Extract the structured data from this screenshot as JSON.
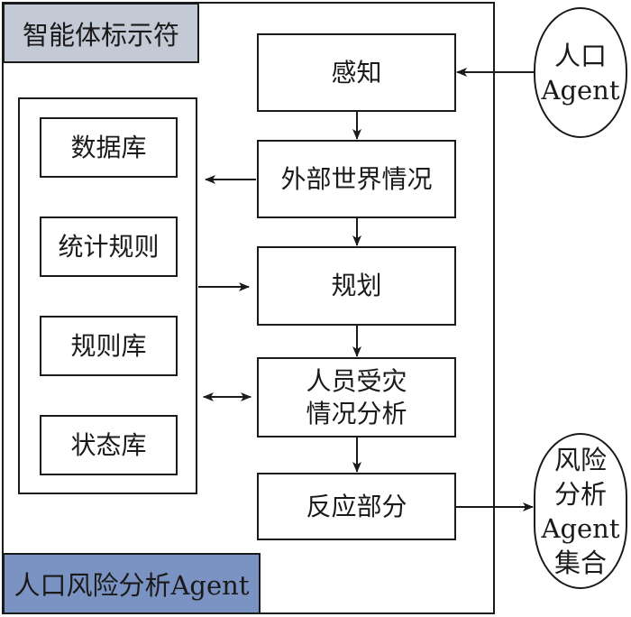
{
  "diagram": {
    "top_tag": "智能体标示符",
    "bottom_tag": "人口风险分析Agent",
    "knowledge_bases": [
      {
        "label": "数据库"
      },
      {
        "label": "统计规则"
      },
      {
        "label": "规则库"
      },
      {
        "label": "状态库"
      }
    ],
    "steps": [
      {
        "label": "感知"
      },
      {
        "label": "外部世界情况"
      },
      {
        "label": "规划"
      },
      {
        "label_line1": "人员受灾",
        "label_line2": "情况分析"
      },
      {
        "label": "反应部分"
      }
    ],
    "input_agent": {
      "line1": "人口",
      "line2": "Agent"
    },
    "output_agent": {
      "line1": "风险",
      "line2": "分析",
      "line3": "Agent",
      "line4": "集合"
    },
    "edges": [
      {
        "from": "input_agent",
        "to": "感知"
      },
      {
        "from": "感知",
        "to": "外部世界情况"
      },
      {
        "from": "外部世界情况",
        "to": "knowledge_container"
      },
      {
        "from": "外部世界情况",
        "to": "规划"
      },
      {
        "from": "knowledge_container",
        "to": "规划"
      },
      {
        "from": "规划",
        "to": "人员受灾情况分析"
      },
      {
        "from": "knowledge_container",
        "to": "人员受灾情况分析",
        "bidirectional": true
      },
      {
        "from": "人员受灾情况分析",
        "to": "反应部分"
      },
      {
        "from": "反应部分",
        "to": "output_agent"
      }
    ]
  }
}
